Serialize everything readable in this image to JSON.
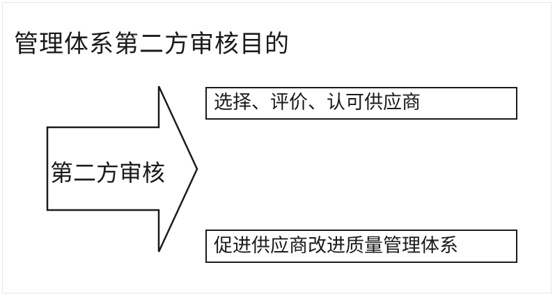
{
  "title": "管理体系第二方审核目的",
  "arrow": {
    "label": "第二方审核",
    "icon": "right-arrow-shape"
  },
  "purposes": [
    {
      "label": "选择、评价、认可供应商"
    },
    {
      "label": "促进供应商改进质量管理体系"
    }
  ],
  "colors": {
    "stroke": "#1a1a1a",
    "background": "#ffffff"
  }
}
